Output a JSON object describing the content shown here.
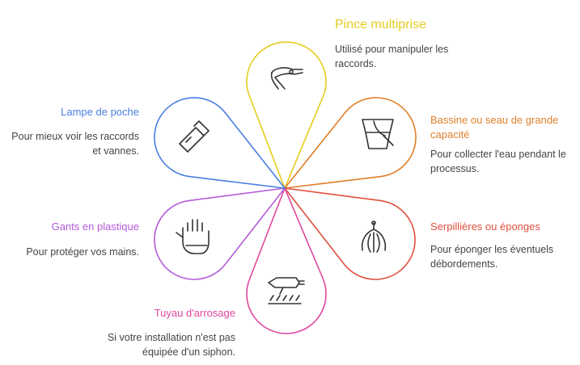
{
  "items": [
    {
      "title": "Pince multiprise",
      "description_lines": [
        "Utilisé pour manipuler les",
        "raccords."
      ],
      "color": "#e5cc1e",
      "icon": "pliers-icon"
    },
    {
      "title_lines": [
        "Bassine ou seau de grande",
        "capacité"
      ],
      "description_lines": [
        "Pour collecter l'eau pendant le",
        "processus."
      ],
      "color": "#e07f2a",
      "icon": "bucket-icon"
    },
    {
      "title": "Serpillières ou éponges",
      "description_lines": [
        "Pour éponger les éventuels",
        "débordements."
      ],
      "color": "#e04f3f",
      "icon": "mop-icon"
    },
    {
      "title": "Tuyau d'arrosage",
      "description_lines": [
        "Si votre installation n'est pas",
        "équipée d'un siphon."
      ],
      "color": "#e0479e",
      "icon": "hose-sprayer-icon"
    },
    {
      "title": "Gants en plastique",
      "description_lines": [
        "Pour protéger vos mains."
      ],
      "color": "#b45bd8",
      "icon": "glove-icon"
    },
    {
      "title": "Lampe de poche",
      "description_lines": [
        "Pour mieux voir les raccords",
        "et vannes."
      ],
      "color": "#4a7fe0",
      "icon": "flashlight-icon"
    }
  ]
}
